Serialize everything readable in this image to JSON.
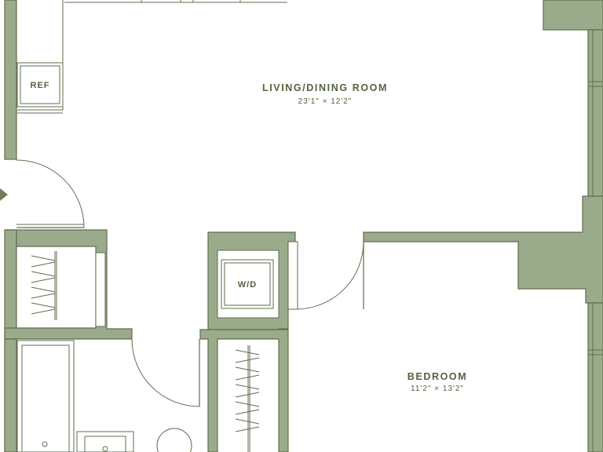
{
  "floor_plan": {
    "rooms": {
      "living_dining": {
        "name": "LIVING/DINING ROOM",
        "dimensions": "23'1\" × 12'2\""
      },
      "bedroom": {
        "name": "BEDROOM",
        "dimensions": "11'2\" × 13'2\""
      }
    },
    "fixtures": {
      "refrigerator": "REF",
      "washer_dryer": "W/D"
    }
  }
}
